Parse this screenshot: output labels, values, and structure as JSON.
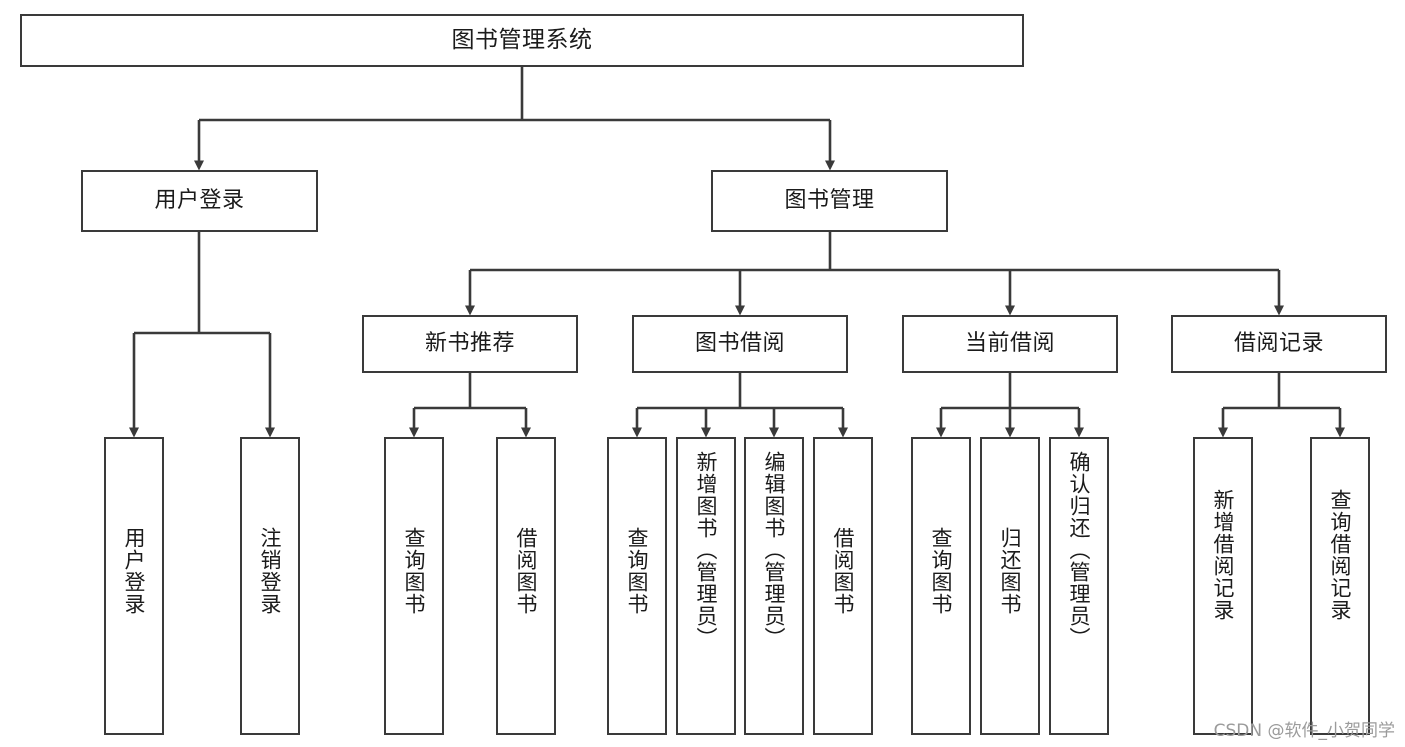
{
  "diagram": {
    "title": "图书管理系统",
    "type": "functional-structure-tree",
    "watermark": "CSDN @软件_小贺同学",
    "colors": {
      "box_border": "#3a3a3a",
      "box_fill": "#ffffff",
      "line": "#3a3a3a",
      "text": "#1b1b1b",
      "watermark": "#9b9b9b"
    },
    "nodes": {
      "root": {
        "label": "图书管理系统"
      },
      "tier2": [
        {
          "id": "user-login",
          "label": "用户登录"
        },
        {
          "id": "book-manage",
          "label": "图书管理"
        }
      ],
      "tier3": [
        {
          "id": "new-book-rec",
          "label": "新书推荐"
        },
        {
          "id": "book-borrow",
          "label": "图书借阅"
        },
        {
          "id": "current-borrow",
          "label": "当前借阅"
        },
        {
          "id": "borrow-record",
          "label": "借阅记录"
        }
      ],
      "leaves": {
        "user_login": [
          {
            "id": "leaf-user-login",
            "label": "用户登录"
          },
          {
            "id": "leaf-logout",
            "label": "注销登录"
          }
        ],
        "new_book_rec": [
          {
            "id": "leaf-query-book-1",
            "label": "查询图书"
          },
          {
            "id": "leaf-borrow-book-1",
            "label": "借阅图书"
          }
        ],
        "book_borrow": [
          {
            "id": "leaf-query-book-2",
            "label": "查询图书"
          },
          {
            "id": "leaf-add-book",
            "label": "新增图书（管理员）"
          },
          {
            "id": "leaf-edit-book",
            "label": "编辑图书（管理员）"
          },
          {
            "id": "leaf-borrow-book-2",
            "label": "借阅图书"
          }
        ],
        "current_borrow": [
          {
            "id": "leaf-query-book-3",
            "label": "查询图书"
          },
          {
            "id": "leaf-return-book",
            "label": "归还图书"
          },
          {
            "id": "leaf-confirm-return",
            "label": "确认归还（管理员）"
          }
        ],
        "borrow_record": [
          {
            "id": "leaf-add-record",
            "label": "新增借阅记录"
          },
          {
            "id": "leaf-query-record",
            "label": "查询借阅记录"
          }
        ]
      }
    }
  }
}
